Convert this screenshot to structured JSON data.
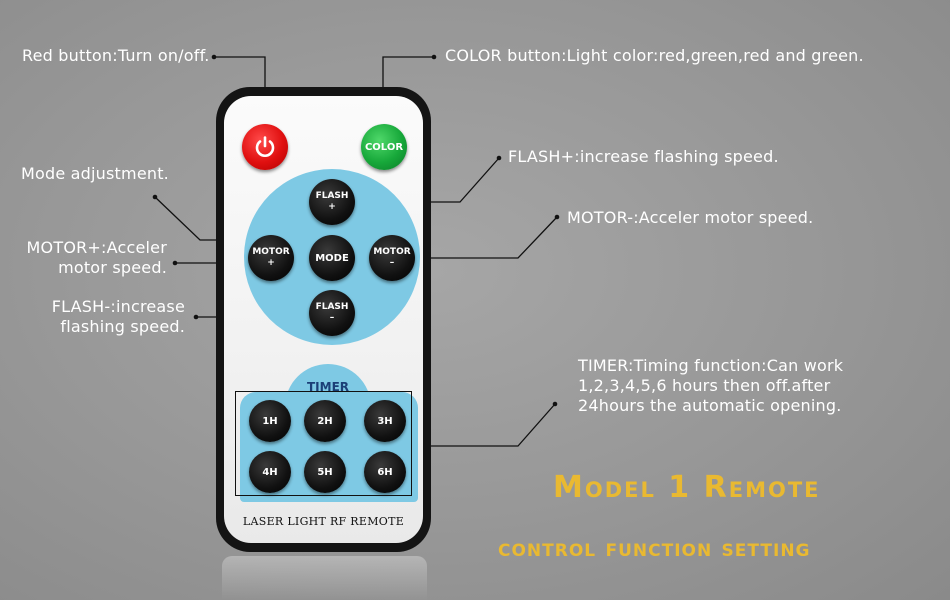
{
  "annotations": {
    "red_button": "Red button:Turn on/off.",
    "color_button": "COLOR button:Light color:red,green,red and green.",
    "flash_plus": "FLASH+:increase flashing speed.",
    "mode": "Mode adjustment.",
    "motor_minus": "MOTOR-:Acceler motor speed.",
    "motor_plus_1": "MOTOR+:Acceler",
    "motor_plus_2": "motor speed.",
    "flash_minus_1": "FLASH-:increase",
    "flash_minus_2": "flashing speed.",
    "timer_1": "TIMER:Timing function:Can work",
    "timer_2": "1,2,3,4,5,6 hours then off.after",
    "timer_3": "24hours the automatic opening."
  },
  "remote": {
    "color_label": "COLOR",
    "flash_plus": [
      "FLASH",
      "+"
    ],
    "motor_plus": [
      "MOTOR",
      "+"
    ],
    "mode_label": "MODE",
    "motor_minus": [
      "MOTOR",
      "–"
    ],
    "flash_minus": [
      "FLASH",
      "–"
    ],
    "timer_title": "TIMER",
    "timer_buttons": [
      "1H",
      "2H",
      "3H",
      "4H",
      "5H",
      "6H"
    ],
    "footer": "LASER LIGHT RF REMOTE"
  },
  "titles": {
    "line1": "Model 1 Remote",
    "line2": "control function setting"
  },
  "colors": {
    "title": "#e9b931",
    "blue_panel": "#7ec9e4",
    "power": "#e01010",
    "color_btn": "#17a83a"
  },
  "icons": {
    "power": "power-icon"
  }
}
